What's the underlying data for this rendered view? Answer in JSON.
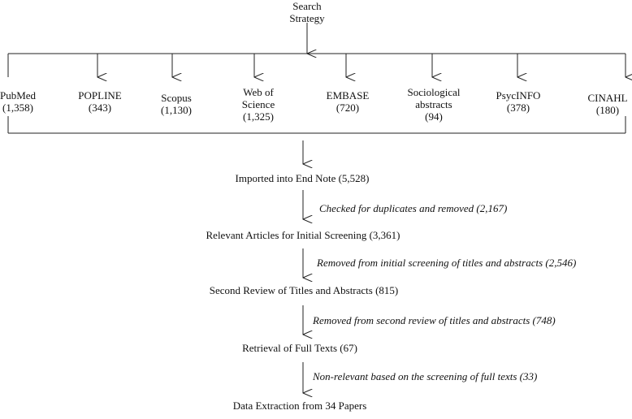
{
  "root": {
    "line1": "Search",
    "line2": "Strategy"
  },
  "databases": [
    {
      "name": "PubMed",
      "count": "(1,358)"
    },
    {
      "name": "POPLINE",
      "count": "(343)"
    },
    {
      "name": "Scopus",
      "count": "(1,130)"
    },
    {
      "name": "Web of Science",
      "name_line1": "Web of",
      "name_line2": "Science",
      "count": "(1,325)"
    },
    {
      "name": "EMBASE",
      "count": "(720)"
    },
    {
      "name": "Sociological abstracts",
      "name_line1": "Sociological",
      "name_line2": "abstracts",
      "count": "(94)"
    },
    {
      "name": "PsycINFO",
      "count": "(378)"
    },
    {
      "name": "CINAHL",
      "count": "(180)"
    }
  ],
  "steps": [
    "Imported into End Note (5,528)",
    "Relevant Articles for Initial Screening (3,361)",
    "Second Review of Titles and Abstracts (815)",
    "Retrieval of Full Texts (67)",
    "Data Extraction from 34 Papers"
  ],
  "exclusions": [
    "Checked for duplicates and removed (2,167)",
    "Removed from initial screening of titles and abstracts (2,546)",
    "Removed from second review of titles and abstracts (748)",
    "Non-relevant based on the screening of full texts (33)"
  ]
}
